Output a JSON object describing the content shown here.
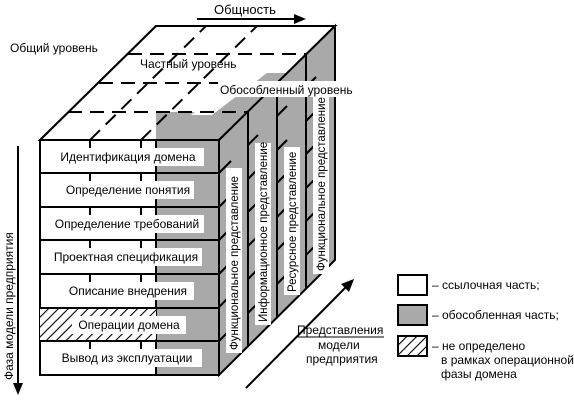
{
  "axes": {
    "generality": "Общность",
    "enterprise_phase": "Фаза модели предприятия",
    "representations_line1": "Представления",
    "representations_line2": "модели",
    "representations_line3": "предприятия"
  },
  "levels": {
    "general": "Общий уровень",
    "partial": "Частный уровень",
    "particular": "Обособленный уровень"
  },
  "phases": [
    "Идентификация домена",
    "Определение понятия",
    "Определение требований",
    "Проектная спецификация",
    "Описание внедрения",
    "Операции домена",
    "Вывод из эксплуатации"
  ],
  "views": [
    "Функциональное представление",
    "Информационное представление",
    "Ресурсное представление",
    "Функциональное представление"
  ],
  "legend": [
    {
      "label": "– ссылочная часть;",
      "kind": "white"
    },
    {
      "label": "– обособленная часть;",
      "kind": "gray"
    },
    {
      "label_lines": [
        "– не определено",
        "в рамках операционной",
        "фазы домена"
      ],
      "kind": "hatched"
    }
  ],
  "colors": {
    "reference": "#ffffff",
    "particular": "#a9a9a9",
    "outline": "#000000"
  }
}
